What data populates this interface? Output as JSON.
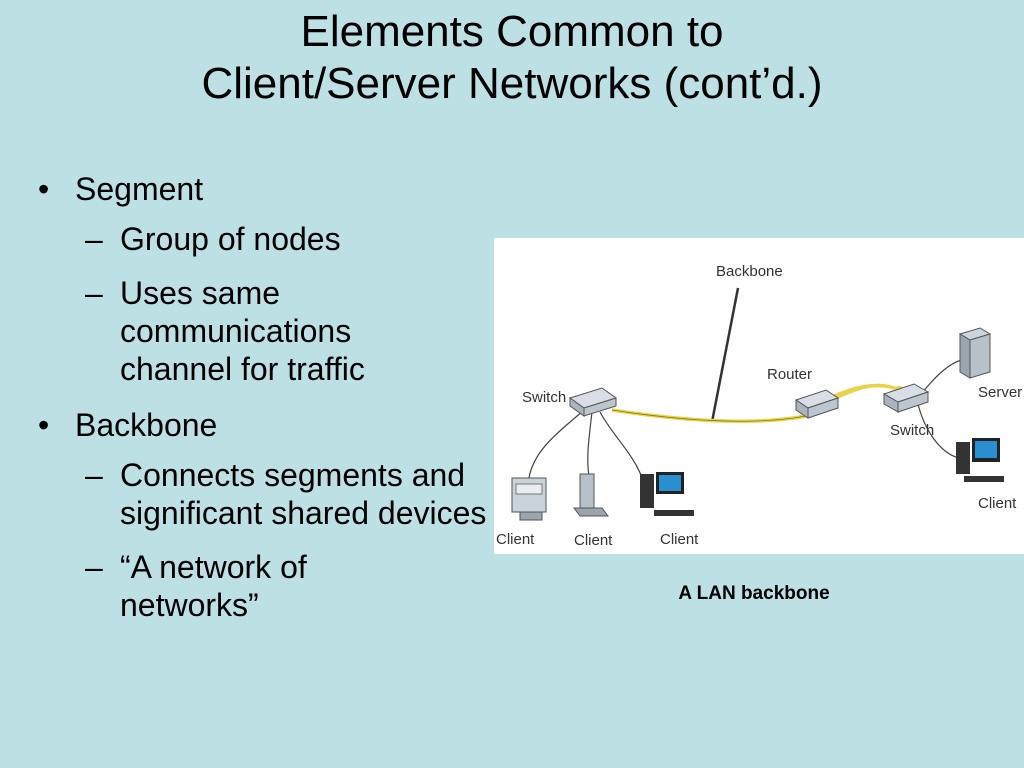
{
  "slide": {
    "title_line1": "Elements Common to",
    "title_line2": "Client/Server Networks (cont’d.)"
  },
  "bullets": [
    {
      "text": "Segment",
      "subs": [
        "Group of nodes",
        "Uses same communications channel for traffic"
      ]
    },
    {
      "text": "Backbone",
      "subs": [
        "Connects segments and significant shared devices",
        "“A network of networks”"
      ]
    }
  ],
  "figure": {
    "caption": "A LAN backbone",
    "labels": {
      "backbone": "Backbone",
      "router": "Router",
      "switch_left": "Switch",
      "switch_right": "Switch",
      "server": "Server",
      "client_1": "Client",
      "client_2": "Client",
      "client_3": "Client",
      "client_4": "Client"
    },
    "colors": {
      "backbone_cable": "#e8d44a",
      "device_body": "#c9d3dc"
    }
  }
}
